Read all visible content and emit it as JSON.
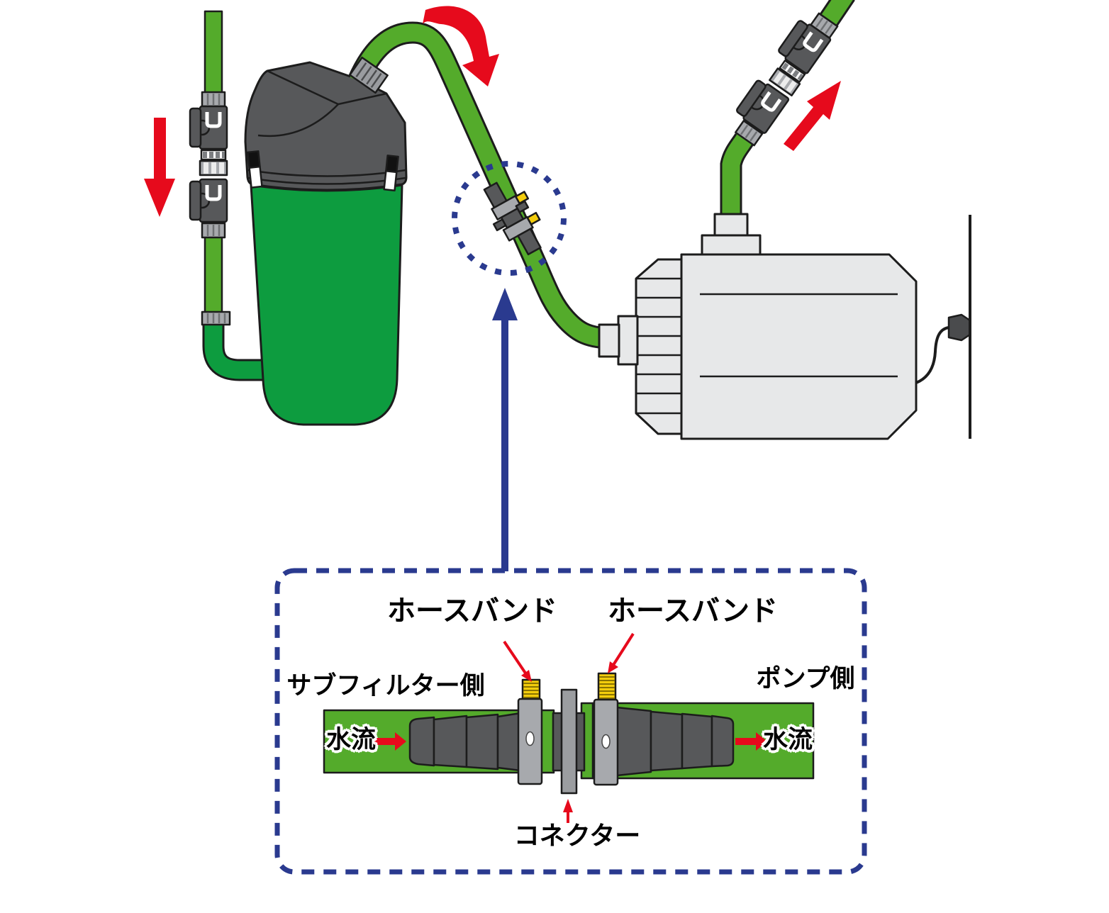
{
  "inset": {
    "labels": {
      "hose_band_left": "ホースバンド",
      "hose_band_right": "ホースバンド",
      "subfilter_side": "サブフィルター側",
      "pump_side": "ポンプ側",
      "water_flow_left": "水流",
      "water_flow_right": "水流",
      "connector": "コネクター"
    }
  },
  "icons": {
    "flow_down_arrow": "red-down-arrow",
    "hose_bend_arrow": "red-curved-arrow",
    "return_flow_arrow": "red-up-right-arrow",
    "detail_pointer": "navy-up-arrow",
    "detail_area_marker": "navy-dashed-circle",
    "water_flow_arrows": "red-right-arrows",
    "label_pointer_arrows": "thin-red-arrows"
  },
  "colors": {
    "hose_green": "#54ab2b",
    "filter_green": "#0d9c3f",
    "dark_gray": "#57585a",
    "metal_gray": "#a7a9ad",
    "pump_gray": "#e7e8e9",
    "screw_yellow": "#f3cd0c",
    "arrow_red": "#e60a1c",
    "navy_blue": "#2a3a8f"
  }
}
